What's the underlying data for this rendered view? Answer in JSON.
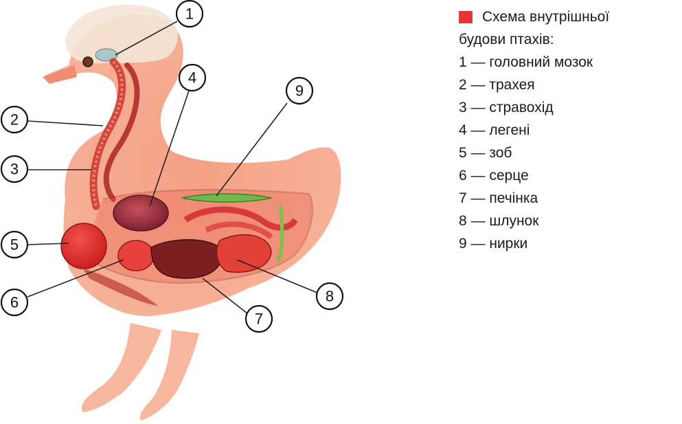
{
  "colors": {
    "body": "#f6a98c",
    "head_white": "#f4e6d6",
    "organ_red": "#e0302c",
    "marker": "#e8353a"
  },
  "callouts": [
    {
      "number": "1"
    },
    {
      "number": "2"
    },
    {
      "number": "3"
    },
    {
      "number": "4"
    },
    {
      "number": "5"
    },
    {
      "number": "6"
    },
    {
      "number": "7"
    },
    {
      "number": "8"
    },
    {
      "number": "9"
    }
  ],
  "legend": {
    "title": "Схема внутрішньої",
    "subtitle": "будови птахів:",
    "items": [
      {
        "number": "1",
        "label": "1 — головний мозок"
      },
      {
        "number": "2",
        "label": "2 — трахея"
      },
      {
        "number": "3",
        "label": "3 — стравохід"
      },
      {
        "number": "4",
        "label": "4 — легені"
      },
      {
        "number": "5",
        "label": "5 — зоб"
      },
      {
        "number": "6",
        "label": "6 — серце"
      },
      {
        "number": "7",
        "label": "7 — печінка"
      },
      {
        "number": "8",
        "label": "8 — шлунок"
      },
      {
        "number": "9",
        "label": "9 — нирки"
      }
    ]
  }
}
